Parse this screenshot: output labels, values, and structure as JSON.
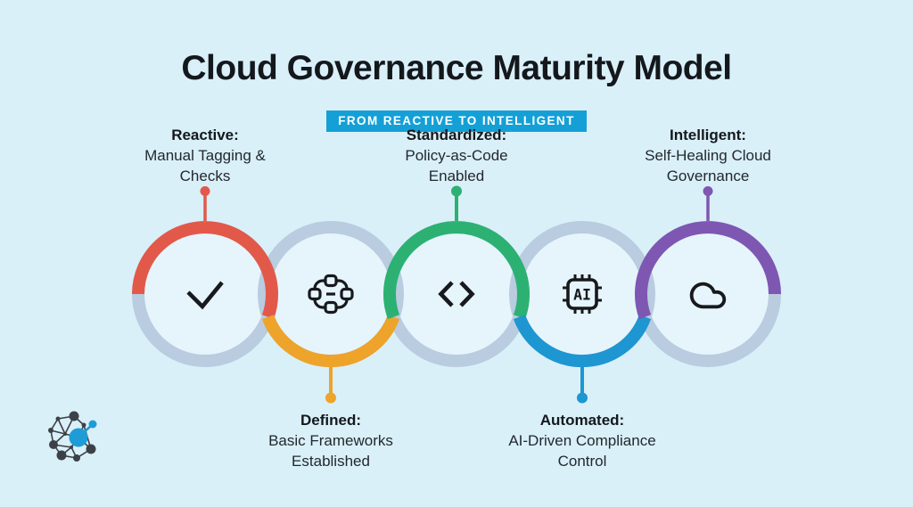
{
  "title": "Cloud Governance Maturity Model",
  "subtitle": "FROM REACTIVE TO INTELLIGENT",
  "stages": [
    {
      "id": "reactive",
      "name": "Reactive:",
      "desc_lines": [
        "Manual Tagging &",
        "Checks"
      ],
      "color": "#e2594a",
      "icon": "check-icon",
      "label_position": "top"
    },
    {
      "id": "defined",
      "name": "Defined:",
      "desc_lines": [
        "Basic Frameworks",
        "Established"
      ],
      "color": "#eea32b",
      "icon": "workflow-icon",
      "label_position": "bottom"
    },
    {
      "id": "standardized",
      "name": "Standardized:",
      "desc_lines": [
        "Policy-as-Code",
        "Enabled"
      ],
      "color": "#2cb173",
      "icon": "code-brackets-icon",
      "label_position": "top"
    },
    {
      "id": "automated",
      "name": "Automated:",
      "desc_lines": [
        "AI-Driven Compliance",
        "Control"
      ],
      "color": "#1e96d2",
      "icon": "ai-chip-icon",
      "icon_text": "AI",
      "label_position": "bottom"
    },
    {
      "id": "intelligent",
      "name": "Intelligent:",
      "desc_lines": [
        "Self-Healing Cloud",
        "Governance"
      ],
      "color": "#7e57b2",
      "icon": "cloud-icon",
      "label_position": "top"
    }
  ],
  "colors": {
    "background": "#d9f0f9",
    "circle_interior": "#e6f5fb",
    "ring": "#b9cce0",
    "badge_background": "#14a0d6",
    "title_text": "#14181d",
    "body_text": "#23282e",
    "icon": "#17191d",
    "logo_dark": "#3c4147",
    "logo_blue": "#1e9cd8"
  }
}
